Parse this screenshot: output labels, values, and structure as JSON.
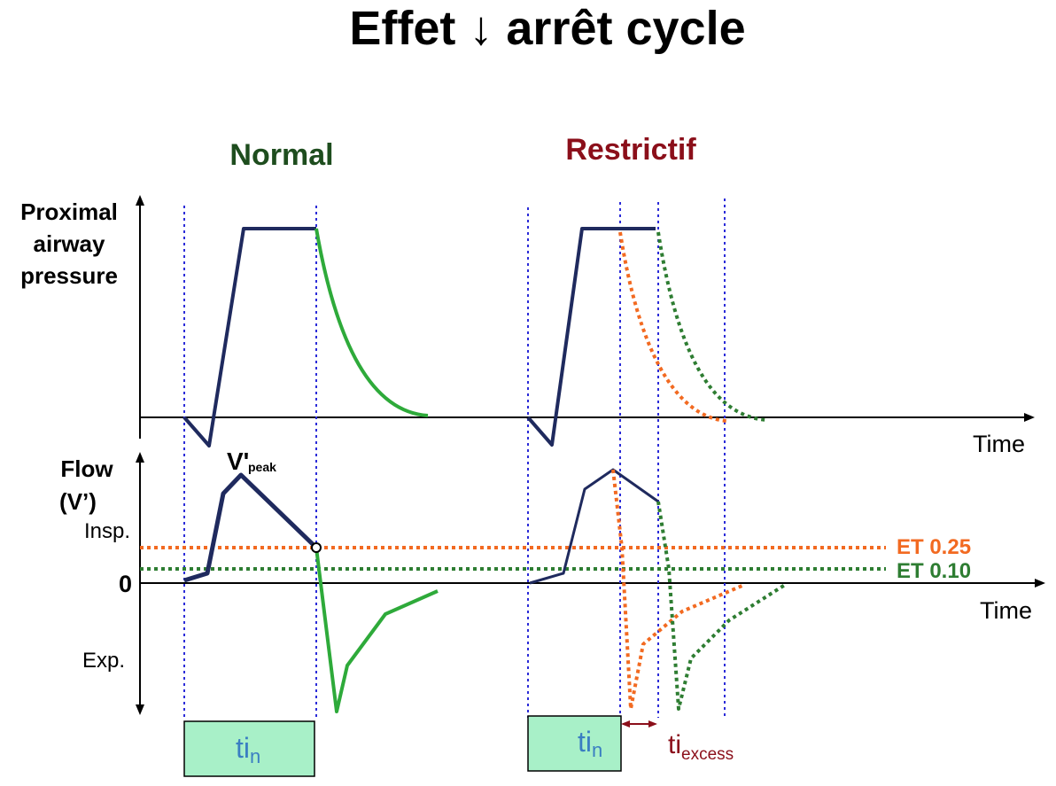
{
  "title": "Effet ↓ arrêt cycle",
  "panels": {
    "normal_label": "Normal",
    "restrictive_label": "Restrictif"
  },
  "pressure_axis": {
    "label_lines": [
      "Proximal",
      "airway",
      "pressure"
    ],
    "x_label": "Time"
  },
  "flow_axis": {
    "label_lines": [
      "Flow",
      "(V’)"
    ],
    "x_label": "Time",
    "insp_label": "Insp.",
    "zero_label": "0",
    "exp_label": "Exp."
  },
  "annotations": {
    "vpeak_main": "V'",
    "vpeak_sub": "peak"
  },
  "thresholds": [
    {
      "label": "ET 0.25",
      "color": "#f26a21"
    },
    {
      "label": "ET 0.10",
      "color": "#2e7d32"
    }
  ],
  "timing_boxes": {
    "normal": {
      "main": "ti",
      "sub": "n"
    },
    "restrictive": {
      "main": "ti",
      "sub": "n"
    },
    "excess": {
      "main": "ti",
      "sub": "excess"
    }
  },
  "colors": {
    "inspiratory_curve": "#1f2a5e",
    "expiratory_curve": "#2eaa3a",
    "et_025": "#f26a21",
    "et_010": "#2e7d32",
    "guide_lines": "#2b2bd8",
    "box_fill": "#a8f0c8",
    "excess_arrow": "#8b0f1a"
  }
}
